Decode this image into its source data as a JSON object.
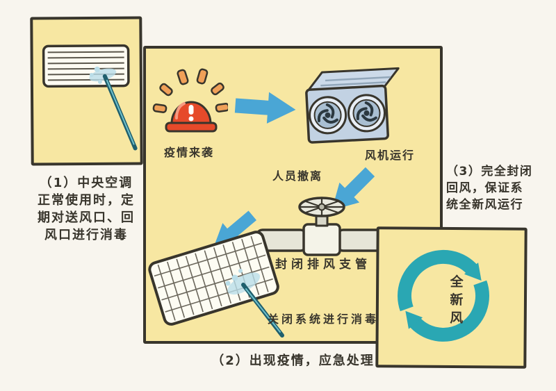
{
  "scene": {
    "background": "#f8f5ee",
    "panel_bg": "#f7e7a2",
    "panel_border": "#38352c",
    "text_color": "#38352c",
    "arrow_blue": "#4aa6d5",
    "alarm_red": "#e64a2a",
    "ray_orange": "#f0a058",
    "fan_body_blue": "#c2d2e3",
    "pipe_gray": "#e6e5d8",
    "teal": "#2aa7b3",
    "spray_blue": "#b9dde8"
  },
  "captions": {
    "step1_lines": [
      "（1）中央空调",
      "正常使用时，定",
      "期对送风口、回",
      "风口进行消毒"
    ],
    "step2": "（2）出现疫情，应急处理",
    "step3_lines": [
      "（3）完全封闭",
      "回风，保证系",
      "统全新风运行"
    ]
  },
  "labels": {
    "epidemic_strikes": "疫情来袭",
    "fan_running": "风机运行",
    "personnel_evacuate": "人员撤离",
    "close_exhaust_branch": "封闭排风支管",
    "shutdown_disinfect": "关闭系统进行消毒",
    "full_fresh_air": "全新风"
  },
  "icons": {
    "vent": "air-vent-spray-disinfection",
    "alarm": "epidemic-alert-siren",
    "flow_arrow": "blue-flow-arrow",
    "fan_unit": "dual-fan-ventilation-unit",
    "valve": "exhaust-branch-valve",
    "grille": "tilted-vent-grille-spray",
    "recycle": "full-fresh-air-circulation-arrows"
  }
}
